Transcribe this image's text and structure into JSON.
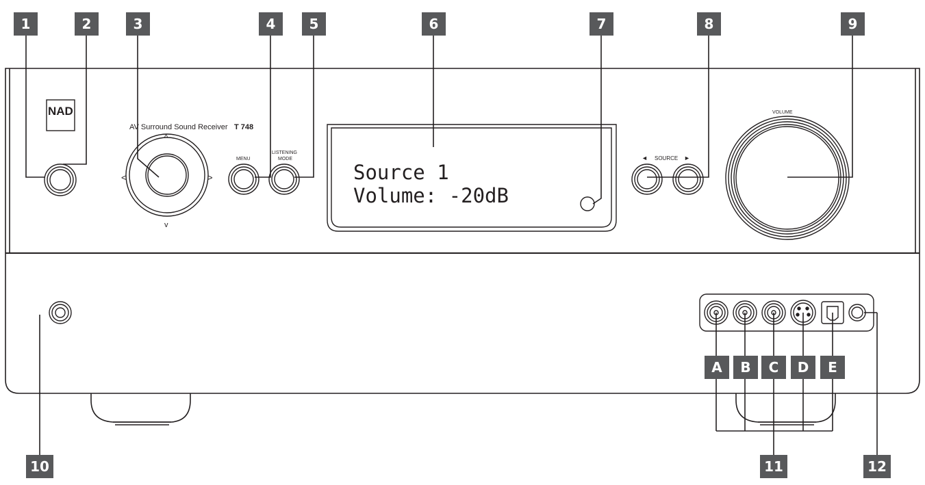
{
  "figure": {
    "brand": "NAD",
    "model_caption": "AV Surround Sound Receiver",
    "model_number": "T 748",
    "menu_label": "MENU",
    "listening_mode_label_1": "LISTENING",
    "listening_mode_label_2": "MODE",
    "source_label": "SOURCE",
    "source_left_glyph": "◄",
    "source_right_glyph": "►",
    "volume_label": "VOLUME",
    "display_line_1": "Source 1",
    "display_line_2": "Volume: -20dB",
    "nav_up_glyph": "^",
    "nav_down_glyph": "v",
    "nav_left_glyph": "<",
    "nav_right_glyph": ">"
  },
  "callouts": {
    "c1": "1",
    "c2": "2",
    "c3": "3",
    "c4": "4",
    "c5": "5",
    "c6": "6",
    "c7": "7",
    "c8": "8",
    "c9": "9",
    "c10": "10",
    "c11": "11",
    "c12": "12",
    "cA": "A",
    "cB": "B",
    "cC": "C",
    "cD": "D",
    "cE": "E"
  },
  "colors": {
    "callout_box": "#58595b",
    "line": "#231f20",
    "background": "#ffffff"
  }
}
